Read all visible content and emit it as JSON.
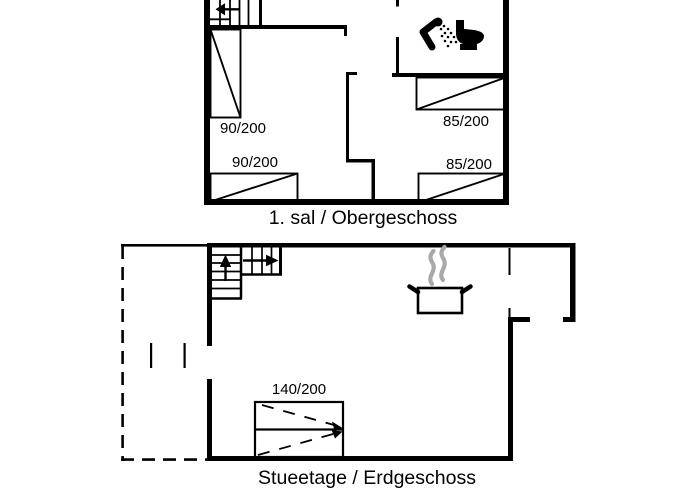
{
  "colors": {
    "line": "#000000",
    "steam": "#a9a9a9",
    "background": "#ffffff"
  },
  "upper_floor": {
    "caption": "1. sal / Obergeschoss",
    "beds": {
      "top_left": "90/200",
      "bottom_left": "90/200",
      "top_right": "85/200",
      "bottom_right": "85/200"
    },
    "icons": [
      "stairs-down-arrow-icon",
      "shower-icon",
      "toilet-icon"
    ]
  },
  "ground_floor": {
    "caption": "Stueetage / Erdgeschoss",
    "beds": {
      "double": "140/200"
    },
    "icons": [
      "stairs-up-arrow-icon",
      "cooking-pot-icon",
      "steam-icon",
      "terrace-dashed-outline"
    ]
  }
}
